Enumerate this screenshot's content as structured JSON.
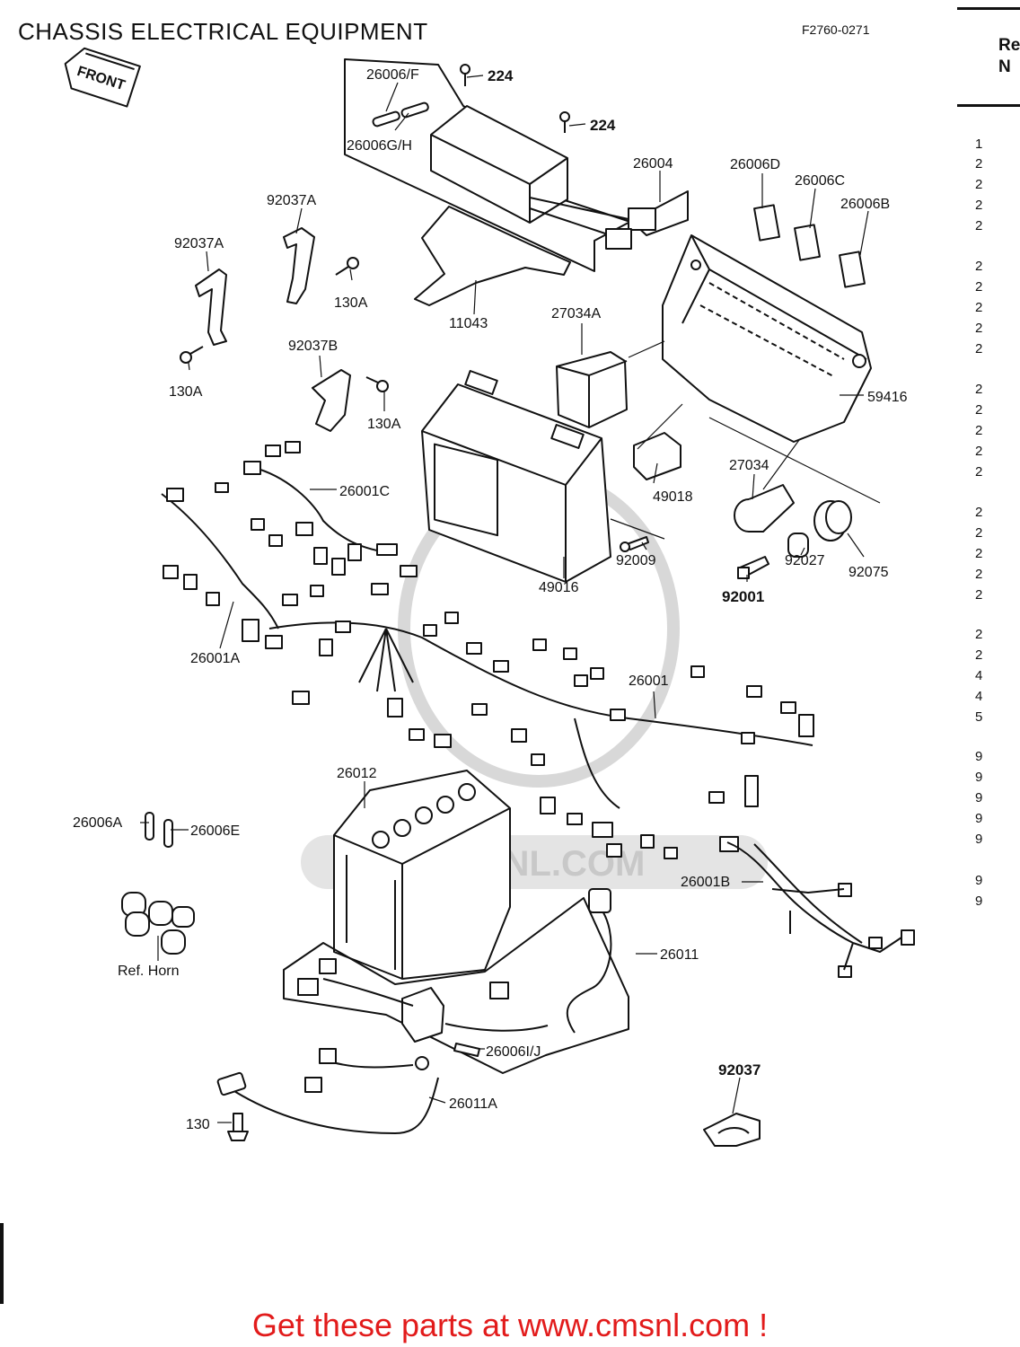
{
  "title": "CHASSIS ELECTRICAL EQUIPMENT",
  "figure_code": "F2760-0271",
  "front_label": "FRONT",
  "watermark": "CMSNL.COM",
  "footer": "Get these parts at www.cmsnl.com !",
  "ref_column": {
    "header": [
      "Re",
      "N"
    ],
    "numbers": [
      "1",
      "2",
      "2",
      "2",
      "2",
      "2",
      "2",
      "2",
      "2",
      "2",
      "2",
      "2",
      "2",
      "2",
      "2",
      "2",
      "2",
      "2",
      "2",
      "2",
      "2",
      "2",
      "4",
      "4",
      "5",
      "9",
      "9",
      "9",
      "9",
      "9",
      "9",
      "9"
    ]
  },
  "callouts": {
    "c26006F": "26006/F",
    "c224a": "224",
    "c224b": "224",
    "c26006GH": "26006G/H",
    "c26004": "26004",
    "c26006D": "26006D",
    "c26006C": "26006C",
    "c26006B": "26006B",
    "c92037A_1": "92037A",
    "c92037A_2": "92037A",
    "c130A_1": "130A",
    "c130A_2": "130A",
    "c130A_3": "130A",
    "c11043": "11043",
    "c27034A": "27034A",
    "c92037B": "92037B",
    "c59416": "59416",
    "c26001C": "26001C",
    "c49018": "49018",
    "c27034": "27034",
    "c92009": "92009",
    "c92027": "92027",
    "c92075": "92075",
    "c49016": "49016",
    "c92001": "92001",
    "c26001A": "26001A",
    "c26001": "26001",
    "c26012": "26012",
    "c26006A": "26006A",
    "c26006E": "26006E",
    "c26001B": "26001B",
    "cRefHorn": "Ref. Horn",
    "c26011": "26011",
    "c26006IJ": "26006I/J",
    "c92037": "92037",
    "c26011A": "26011A",
    "c130": "130"
  }
}
